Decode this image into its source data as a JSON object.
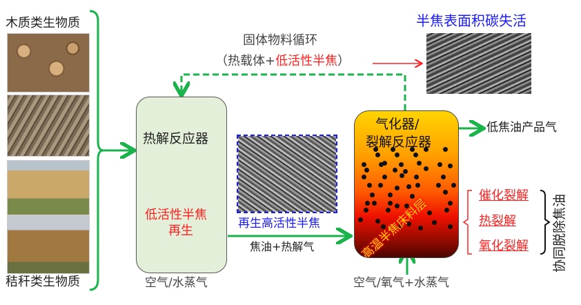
{
  "left": {
    "top_label": "木质类生物质",
    "bottom_label": "秸秆类生物质"
  },
  "pyrolysis": {
    "title": "热解反应器",
    "regen_line1": "低活性半焦",
    "regen_line2": "再生",
    "input": "空气/水蒸气"
  },
  "middle": {
    "sem_label": "再生高活性半焦",
    "flow_label": "焦油+热解气"
  },
  "loop": {
    "line1": "固体物料循环",
    "line2_open": "（热载体+",
    "line2_red": "低活性半焦",
    "line2_close": "）"
  },
  "deactivation": {
    "title": "半焦表面积碳失活"
  },
  "gasifier": {
    "title_line1": "气化器/",
    "title_line2": "裂解反应器",
    "bed_label": "高温半焦床料层",
    "input": "空气/氧气+水蒸气",
    "output": "低焦油产品气"
  },
  "mechanisms": {
    "items": [
      "催化裂解",
      "热裂解",
      "氧化裂解"
    ],
    "summary": "协同脱除焦油"
  },
  "colors": {
    "green": "#19b24b",
    "red": "#ff2020",
    "blue": "#1a1aff"
  }
}
